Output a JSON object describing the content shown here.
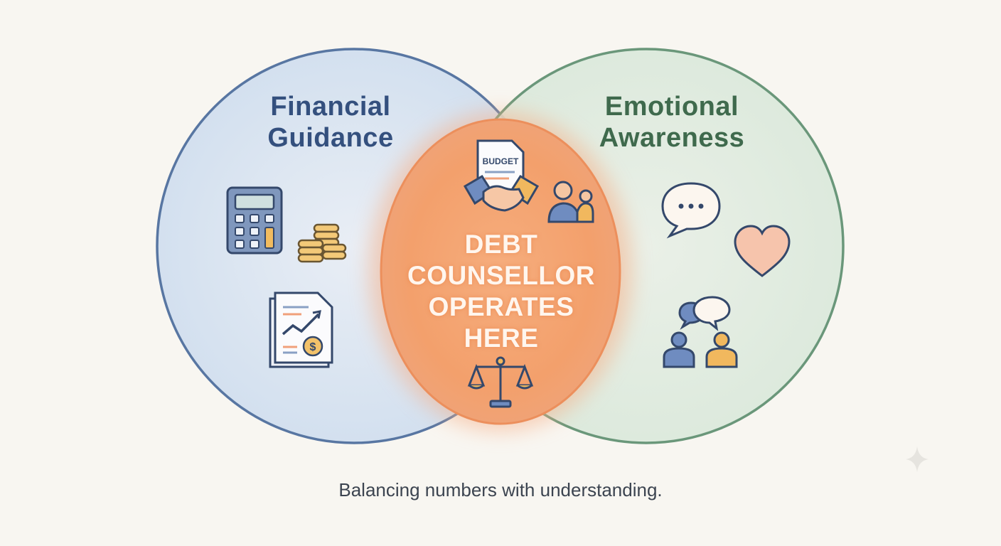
{
  "circles": {
    "left": {
      "title_line1": "Financial",
      "title_line2": "Guidance"
    },
    "right": {
      "title_line1": "Emotional",
      "title_line2": "Awareness"
    },
    "center": {
      "line1": "DEBT",
      "line2": "COUNSELLOR",
      "line3": "OPERATES",
      "line4": "HERE",
      "budget_label": "BUDGET"
    }
  },
  "caption": "Balancing numbers with understanding.",
  "icons": {
    "left": [
      "calculator-icon",
      "coin-stack-icon",
      "financial-report-icon"
    ],
    "center": [
      "budget-handshake-icon",
      "counselling-people-icon",
      "balance-scale-icon"
    ],
    "right": [
      "speech-bubble-icon",
      "heart-icon",
      "conversation-people-icon"
    ]
  },
  "colors": {
    "financial": "#4a6a95",
    "emotional": "#5e8f6e",
    "counsellor": "#f2925a",
    "background": "#f8f6f1"
  }
}
